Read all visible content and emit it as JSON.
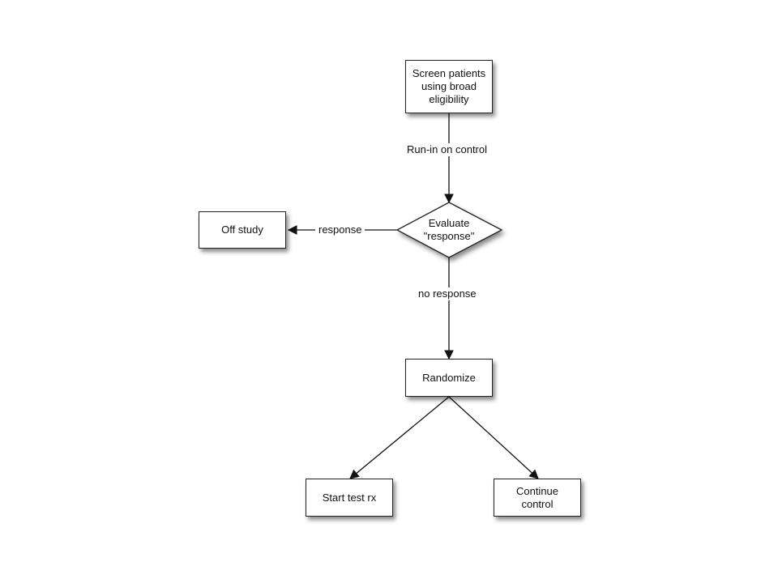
{
  "nodes": {
    "screen": "Screen patients\nusing broad\neligibility",
    "evaluate": "Evaluate\n\"response\"",
    "off_study": "Off study",
    "randomize": "Randomize",
    "start_test": "Start test rx",
    "continue_control": "Continue\ncontrol"
  },
  "edge_labels": {
    "run_in": "Run-in on control",
    "response": "response",
    "no_response": "no response"
  }
}
